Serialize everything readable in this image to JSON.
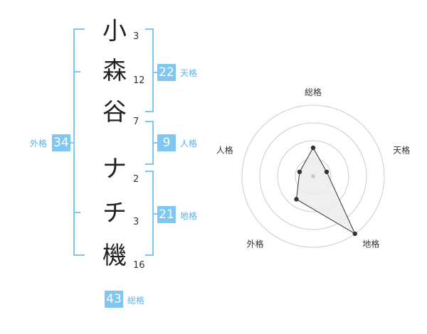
{
  "surname": [
    {
      "char": "小",
      "strokes": "3"
    },
    {
      "char": "森",
      "strokes": "12"
    },
    {
      "char": "谷",
      "strokes": "7"
    }
  ],
  "given": [
    {
      "char": "ナ",
      "strokes": "2"
    },
    {
      "char": "チ",
      "strokes": "3"
    },
    {
      "char": "機",
      "strokes": "16"
    }
  ],
  "kaku": {
    "tenkaku": {
      "value": "22",
      "label": "天格"
    },
    "jinkaku": {
      "value": "9",
      "label": "人格"
    },
    "chikaku": {
      "value": "21",
      "label": "地格"
    },
    "gaikaku": {
      "value": "34",
      "label": "外格"
    },
    "soukaku": {
      "value": "43",
      "label": "総格"
    }
  },
  "chart_data": {
    "type": "radar",
    "axes": [
      "総格",
      "天格",
      "地格",
      "外格",
      "人格"
    ],
    "values": [
      2,
      1,
      5,
      2,
      1
    ],
    "max": 5,
    "rings": 4,
    "colors": {
      "fill": "#ececec",
      "stroke": "#333333",
      "grid": "#cccccc",
      "accent": "#7fc6f1"
    }
  }
}
